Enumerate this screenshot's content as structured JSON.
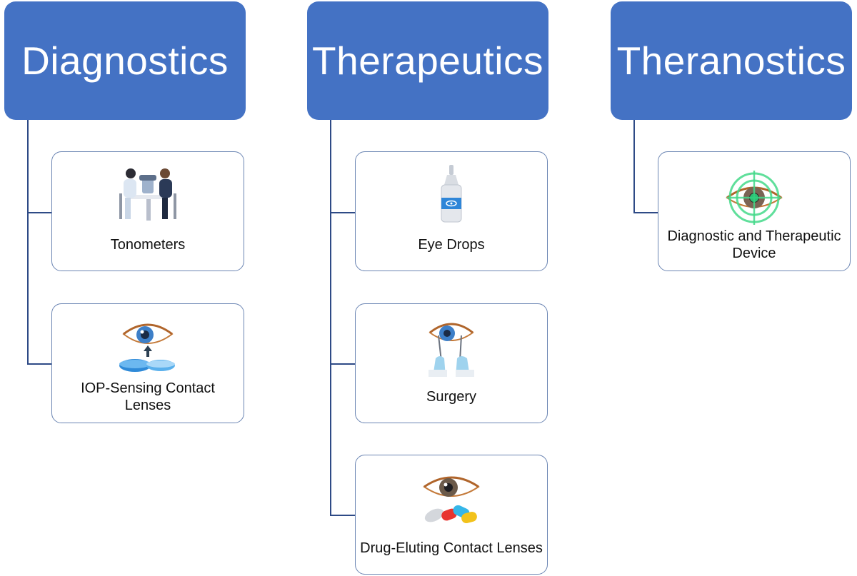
{
  "colors": {
    "header_fill": "#4472c4",
    "connector": "#2e4a86",
    "card_border": "#6b85b3"
  },
  "columns": [
    {
      "title": "Diagnostics",
      "items": [
        {
          "label": "Tonometers",
          "icon": "eye-exam-icon"
        },
        {
          "label": "IOP-Sensing Contact Lenses",
          "icon": "contact-lens-eye-icon"
        }
      ]
    },
    {
      "title": "Therapeutics",
      "items": [
        {
          "label": "Eye Drops",
          "icon": "eye-drops-bottle-icon"
        },
        {
          "label": "Surgery",
          "icon": "eye-surgery-icon"
        },
        {
          "label": "Drug-Eluting Contact Lenses",
          "icon": "eye-pills-icon"
        }
      ]
    },
    {
      "title": "Theranostics",
      "items": [
        {
          "label": "Diagnostic and Therapeutic Device",
          "icon": "eye-target-icon"
        }
      ]
    }
  ]
}
